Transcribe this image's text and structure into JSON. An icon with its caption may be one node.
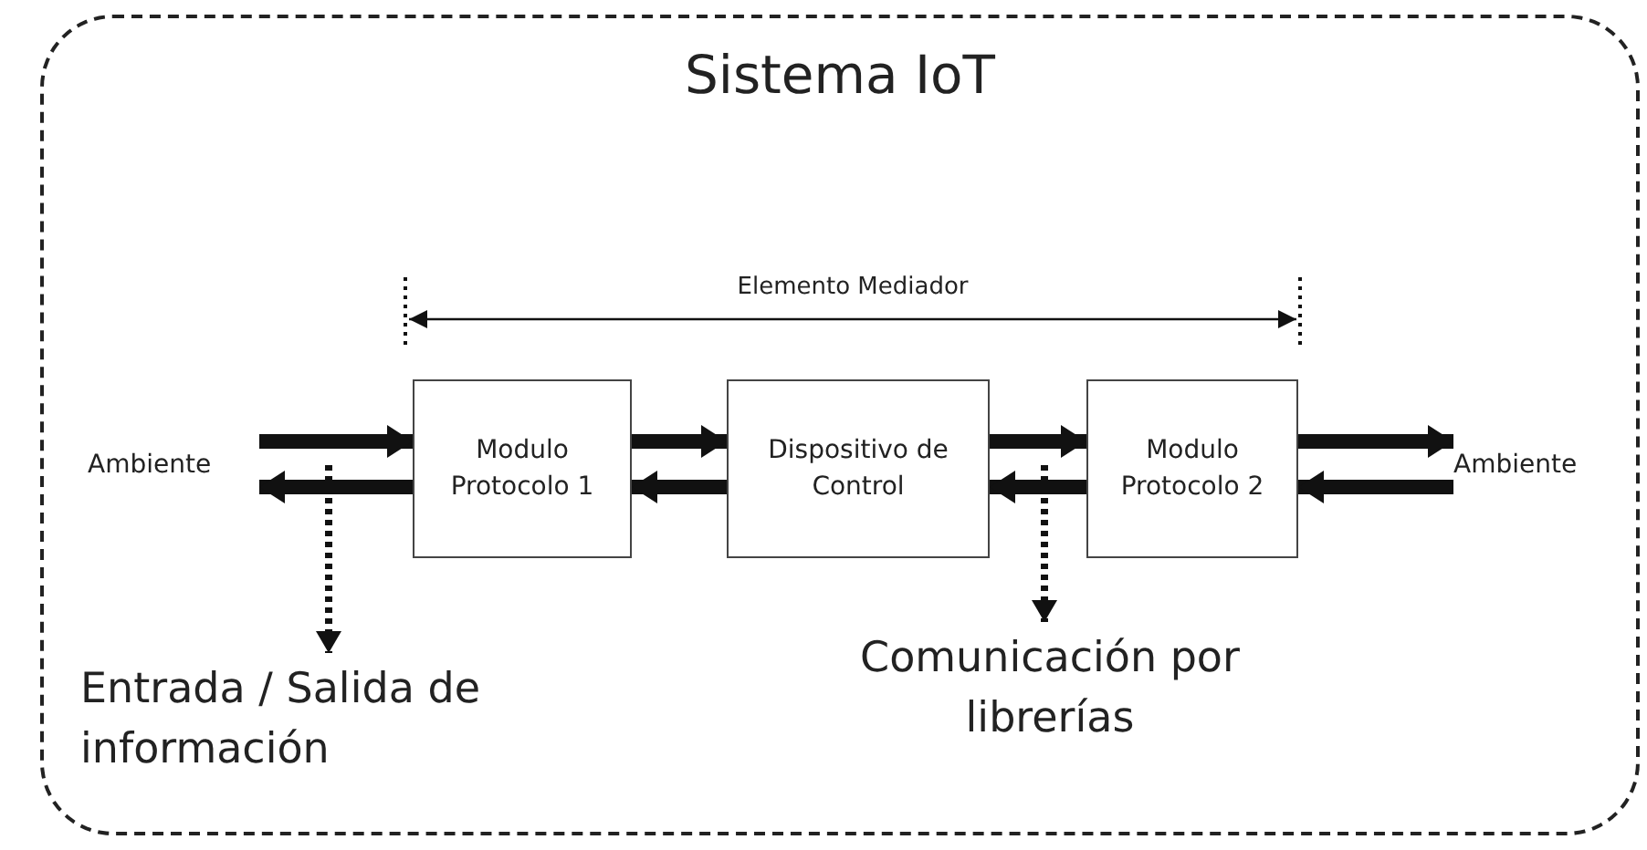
{
  "diagram": {
    "nodes": [
      {
        "text": [
          "Sistema IoT"
        ]
      },
      {
        "text": [
          "Ambiente"
        ],
        "in": 0
      },
      {
        "text": [
          "Modulo Protocolo 1"
        ],
        "in": 0
      },
      {
        "text": [
          "Dispositivo de Control"
        ],
        "in": 0
      },
      {
        "text": [
          "Modulo Protocolo 2"
        ],
        "in": 0
      },
      {
        "text": [
          "Ambiente"
        ],
        "in": 0
      },
      {
        "text": [
          "Entrada / Salida de información"
        ],
        "in": 0
      },
      {
        "text": [
          "Comunicación por librerías"
        ],
        "in": 0
      }
    ],
    "edges": [
      {
        "from": 1,
        "to": 2,
        "arrow": "to"
      },
      {
        "from": 2,
        "to": 1,
        "arrow": "to"
      },
      {
        "from": 2,
        "to": 3,
        "arrow": "to"
      },
      {
        "from": 3,
        "to": 2,
        "arrow": "to"
      },
      {
        "from": 3,
        "to": 4,
        "arrow": "to"
      },
      {
        "from": 4,
        "to": 3,
        "arrow": "to"
      },
      {
        "from": 4,
        "to": 5,
        "arrow": "to"
      },
      {
        "from": 5,
        "to": 4,
        "arrow": "to"
      },
      {
        "from": null,
        "to": 6,
        "arrow": "to",
        "style": "dashed"
      },
      {
        "from": null,
        "to": 7,
        "arrow": "to",
        "style": "dashed"
      }
    ],
    "labels": [
      "Elemento Mediador"
    ]
  }
}
